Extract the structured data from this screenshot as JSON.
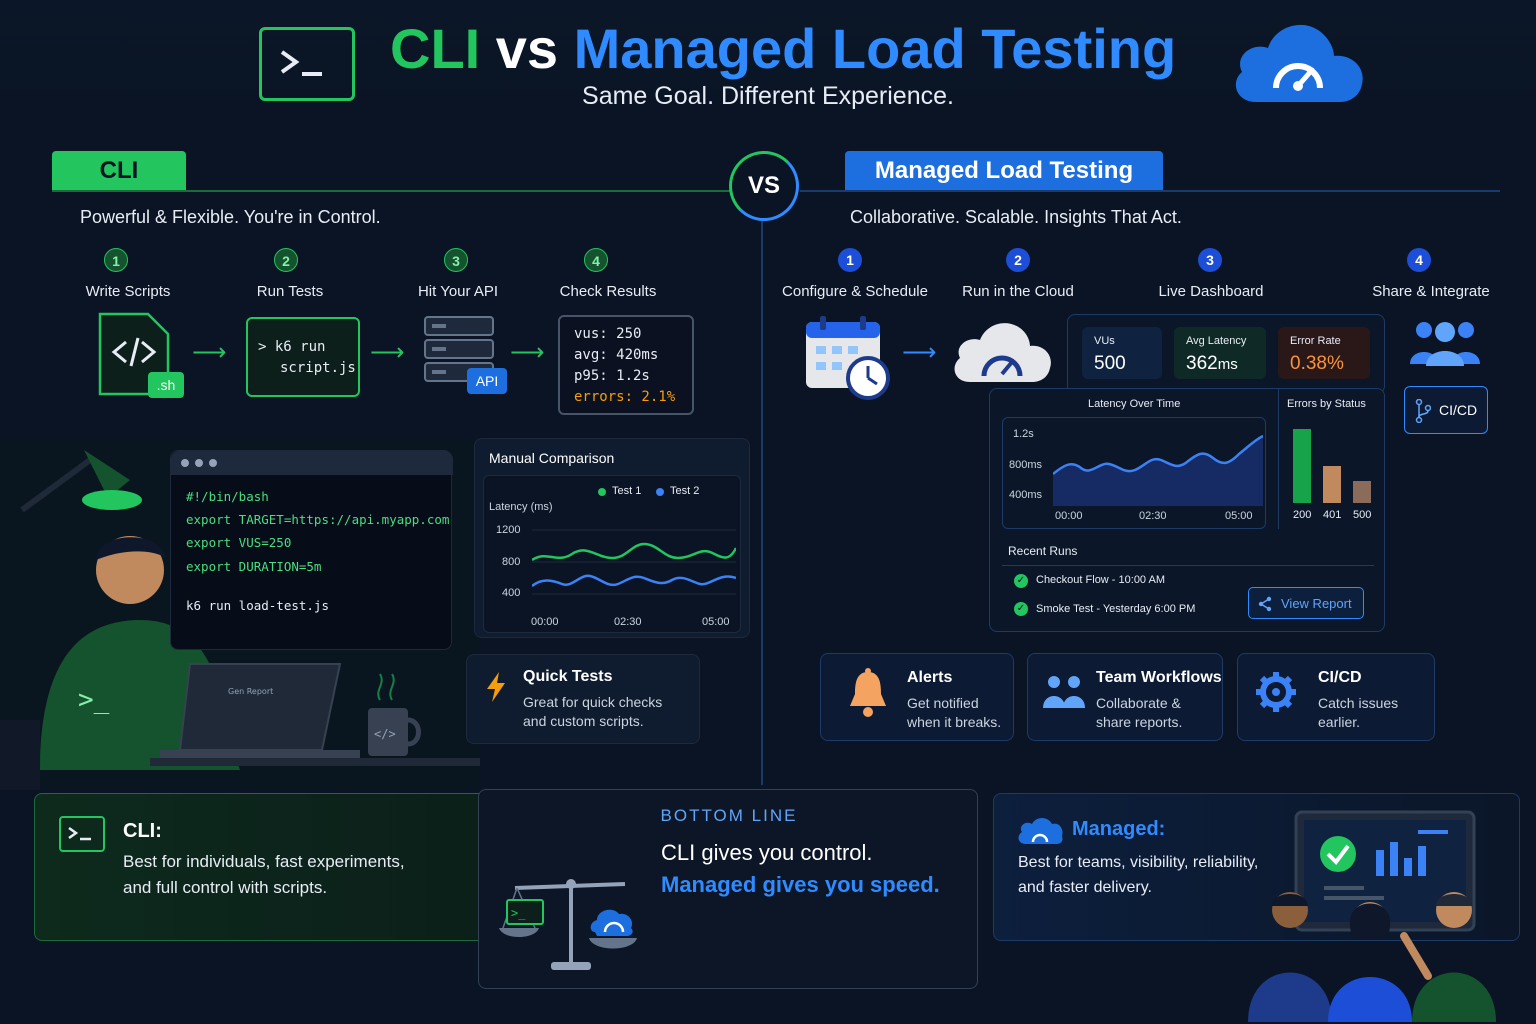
{
  "header": {
    "title_cli": "CLI",
    "title_vs": "vs",
    "title_managed": "Managed Load Testing",
    "subtitle": "Same Goal. Different Experience."
  },
  "vs_label": "VS",
  "cli": {
    "tab": "CLI",
    "tagline": "Powerful & Flexible. You're in Control.",
    "steps": [
      {
        "num": "1",
        "label": "Write Scripts"
      },
      {
        "num": "2",
        "label": "Run Tests"
      },
      {
        "num": "3",
        "label": "Hit Your API"
      },
      {
        "num": "4",
        "label": "Check Results"
      }
    ],
    "sh_badge": ".sh",
    "run_cmd_1": "> k6 run",
    "run_cmd_2": "script.js",
    "api_badge": "API",
    "results": {
      "vus": "vus: 250",
      "avg": "avg: 420ms",
      "p95": "p95: 1.2s",
      "errors": "errors: 2.1%"
    },
    "terminal": {
      "lines": [
        "#!/bin/bash",
        "export TARGET=https://api.myapp.com",
        "export VUS=250",
        "export DURATION=5m"
      ],
      "command": "k6 run load-test.js"
    },
    "laptop_text": "Gen Report",
    "comparison": {
      "title": "Manual Comparison",
      "legend_1": "Test 1",
      "legend_2": "Test 2",
      "ylabel": "Latency (ms)",
      "yticks": [
        "1200",
        "800",
        "400"
      ],
      "xticks": [
        "00:00",
        "02:30",
        "05:00"
      ],
      "color_1": "#22c55e",
      "color_2": "#3b82f6"
    },
    "quick_tests": {
      "title": "Quick Tests",
      "desc_1": "Great for quick checks",
      "desc_2": "and custom scripts."
    }
  },
  "managed": {
    "tab": "Managed Load Testing",
    "tagline": "Collaborative. Scalable. Insights That Act.",
    "steps": [
      {
        "num": "1",
        "label": "Configure & Schedule"
      },
      {
        "num": "2",
        "label": "Run in the Cloud"
      },
      {
        "num": "3",
        "label": "Live Dashboard"
      },
      {
        "num": "4",
        "label": "Share & Integrate"
      }
    ],
    "dashboard": {
      "vus_label": "VUs",
      "vus_value": "500",
      "latency_label": "Avg Latency",
      "latency_value": "362",
      "latency_unit": "ms",
      "error_label": "Error Rate",
      "error_value": "0.38%",
      "latency_chart_title": "Latency Over Time",
      "latency_yticks": [
        "1.2s",
        "800ms",
        "400ms"
      ],
      "latency_xticks": [
        "00:00",
        "02:30",
        "05:00"
      ],
      "errors_chart_title": "Errors by Status",
      "errors_categories": [
        "200",
        "401",
        "500"
      ],
      "errors_values": [
        100,
        50,
        30
      ],
      "recent_title": "Recent Runs",
      "runs": [
        "Checkout Flow - 10:00 AM",
        "Smoke Test - Yesterday 6:00 PM"
      ],
      "view_report": "View Report"
    },
    "cicd_badge": "CI/CD",
    "features": [
      {
        "title": "Alerts",
        "desc_1": "Get notified",
        "desc_2": "when it breaks."
      },
      {
        "title": "Team Workflows",
        "desc_1": "Collaborate &",
        "desc_2": "share reports."
      },
      {
        "title": "CI/CD",
        "desc_1": "Catch issues",
        "desc_2": "earlier."
      }
    ]
  },
  "bottom": {
    "cli_title": "CLI:",
    "cli_desc_1": "Best for individuals, fast experiments,",
    "cli_desc_2": "and full control with scripts.",
    "line_title": "BOTTOM LINE",
    "line_1": "CLI gives you control.",
    "line_2": "Managed gives you speed.",
    "managed_title": "Managed:",
    "managed_desc_1": "Best for teams, visibility, reliability,",
    "managed_desc_2": "and faster delivery."
  }
}
